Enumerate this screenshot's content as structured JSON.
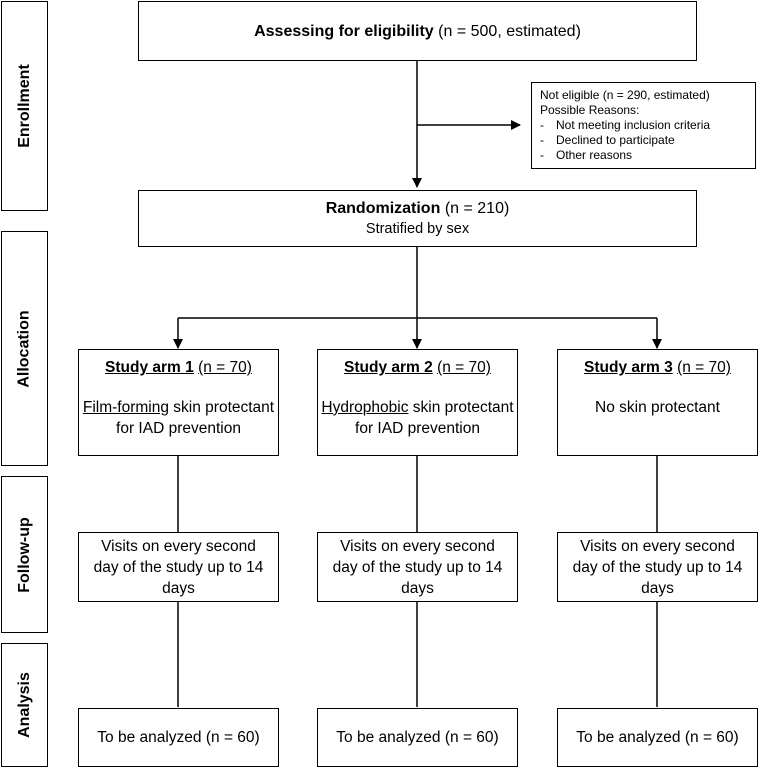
{
  "stages": {
    "enrollment": "Enrollment",
    "allocation": "Allocation",
    "followup": "Follow-up",
    "analysis": "Analysis"
  },
  "assessing": {
    "title": "Assessing for eligibility",
    "detail": "(n = 500, estimated)"
  },
  "not_eligible": {
    "line1": "Not eligible (n = 290, estimated)",
    "line2": "Possible Reasons:",
    "reasons": [
      "Not meeting inclusion criteria",
      "Declined to participate",
      "Other reasons"
    ],
    "bullet": "-"
  },
  "randomization": {
    "title": "Randomization",
    "detail": "(n = 210)",
    "line2": "Stratified by sex"
  },
  "arms": [
    {
      "title": "Study arm 1",
      "n": "(n = 70)",
      "desc_underlined": "Film-forming",
      "desc_rest": " skin protectant",
      "desc_line2": "for IAD prevention",
      "followup_line1": "Visits on every second",
      "followup_line2": "day of the study up to 14",
      "followup_line3": "days",
      "analysis": "To be analyzed (n = 60)"
    },
    {
      "title": "Study arm 2",
      "n": "(n = 70)",
      "desc_underlined": "Hydrophobic",
      "desc_rest": " skin protectant",
      "desc_line2": "for IAD prevention",
      "followup_line1": "Visits on every second",
      "followup_line2": "day of the study up to 14",
      "followup_line3": "days",
      "analysis": "To be analyzed (n = 60)"
    },
    {
      "title": "Study arm 3",
      "n": "(n = 70)",
      "desc_plain": "No skin protectant",
      "followup_line1": "Visits on every second",
      "followup_line2": "day of the study up to 14",
      "followup_line3": "days",
      "analysis": "To be analyzed (n = 60)"
    }
  ]
}
